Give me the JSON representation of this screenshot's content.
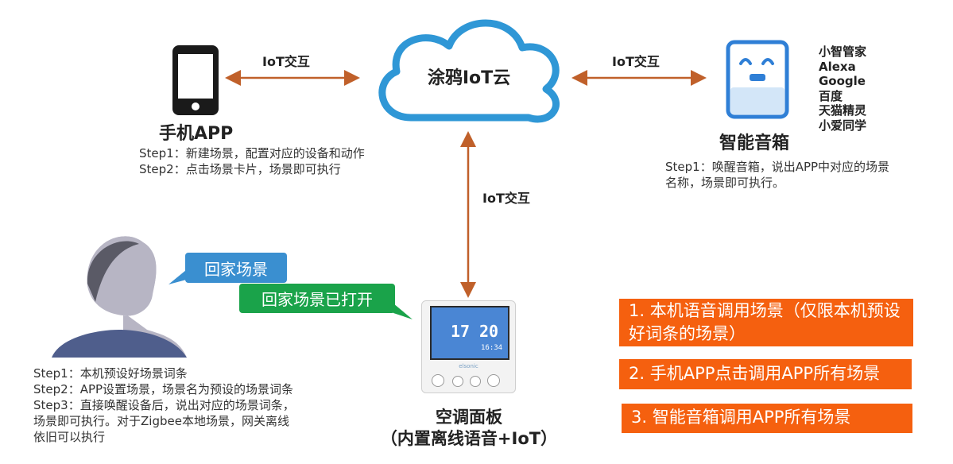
{
  "cloud": {
    "label": "涂鸦IoT云"
  },
  "links": {
    "left": "IoT交互",
    "right": "IoT交互",
    "down": "IoT交互"
  },
  "phone": {
    "title": "手机APP",
    "steps": [
      "Step1：新建场景，配置对应的设备和动作",
      "Step2：点击场景卡片，场景即可执行"
    ]
  },
  "speaker": {
    "title": "智能音箱",
    "brands": [
      "小智管家",
      "Alexa",
      "Google",
      "百度",
      "天猫精灵",
      "小爱同学"
    ],
    "steps": [
      "Step1：唤醒音箱，说出APP中对应的场景",
      "名称，场景即可执行。"
    ]
  },
  "person": {
    "bubble_blue": "回家场景",
    "bubble_green": "回家场景已打开",
    "steps": [
      "Step1：本机预设好场景词条",
      "Step2：APP设置场景，场景名为预设的场景词条",
      "Step3：直接唤醒设备后，说出对应的场景词条，",
      "场景即可执行。对于Zigbee本地场景，网关离线",
      "依旧可以执行"
    ]
  },
  "panel": {
    "title_line1": "空调面板",
    "title_line2": "（内置离线语音+IoT）",
    "brand": "elsonic",
    "temp_set": "17",
    "temp_room": "20",
    "time": "16:34"
  },
  "notes": [
    "1. 本机语音调用场景（仅限本机预设好词条的场景）",
    "2. 手机APP点击调用APP所有场景",
    "3. 智能音箱调用APP所有场景"
  ],
  "colors": {
    "arrow": "#c0602a",
    "cloud": "#2f97d6",
    "note_bg": "#f5600f",
    "bubble_blue": "#3a8fd0",
    "bubble_green": "#1aa34a"
  }
}
